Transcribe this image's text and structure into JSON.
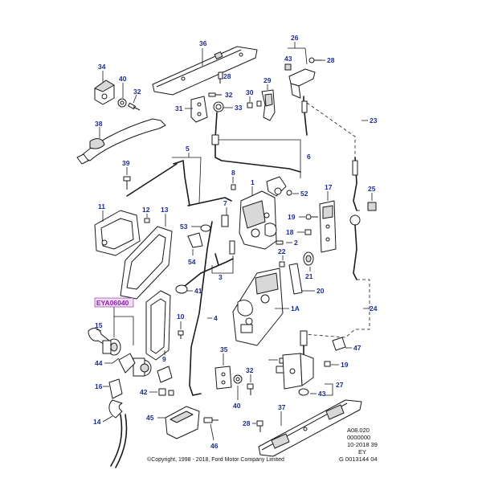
{
  "diagram": {
    "callouts": [
      {
        "key": "c36",
        "label": "36"
      },
      {
        "key": "c26",
        "label": "26"
      },
      {
        "key": "c43a",
        "label": "43"
      },
      {
        "key": "c28a",
        "label": "28"
      },
      {
        "key": "c34",
        "label": "34"
      },
      {
        "key": "c40a",
        "label": "40"
      },
      {
        "key": "c32a",
        "label": "32"
      },
      {
        "key": "c28b",
        "label": "28"
      },
      {
        "key": "c29",
        "label": "29"
      },
      {
        "key": "c30",
        "label": "30"
      },
      {
        "key": "c32b",
        "label": "32"
      },
      {
        "key": "c31",
        "label": "31"
      },
      {
        "key": "c33",
        "label": "33"
      },
      {
        "key": "c38",
        "label": "38"
      },
      {
        "key": "c23",
        "label": "23"
      },
      {
        "key": "c5",
        "label": "5"
      },
      {
        "key": "c6",
        "label": "6"
      },
      {
        "key": "c39",
        "label": "39"
      },
      {
        "key": "c8",
        "label": "8"
      },
      {
        "key": "c1",
        "label": "1"
      },
      {
        "key": "c52",
        "label": "52"
      },
      {
        "key": "c17",
        "label": "17"
      },
      {
        "key": "c25",
        "label": "25"
      },
      {
        "key": "c11",
        "label": "11"
      },
      {
        "key": "c12",
        "label": "12"
      },
      {
        "key": "c13",
        "label": "13"
      },
      {
        "key": "c7",
        "label": "7"
      },
      {
        "key": "c19a",
        "label": "19"
      },
      {
        "key": "c53",
        "label": "53"
      },
      {
        "key": "c18",
        "label": "18"
      },
      {
        "key": "c2",
        "label": "2"
      },
      {
        "key": "c54",
        "label": "54"
      },
      {
        "key": "c22",
        "label": "22"
      },
      {
        "key": "c21",
        "label": "21"
      },
      {
        "key": "c3",
        "label": "3"
      },
      {
        "key": "c20",
        "label": "20"
      },
      {
        "key": "c41",
        "label": "41"
      },
      {
        "key": "c1A",
        "label": "1A"
      },
      {
        "key": "c24",
        "label": "24"
      },
      {
        "key": "c4",
        "label": "4"
      },
      {
        "key": "c10",
        "label": "10"
      },
      {
        "key": "c15",
        "label": "15"
      },
      {
        "key": "c9",
        "label": "9"
      },
      {
        "key": "c47",
        "label": "47"
      },
      {
        "key": "c35",
        "label": "35"
      },
      {
        "key": "c19b",
        "label": "19"
      },
      {
        "key": "c44",
        "label": "44"
      },
      {
        "key": "c32c",
        "label": "32"
      },
      {
        "key": "c27",
        "label": "27"
      },
      {
        "key": "c16",
        "label": "16"
      },
      {
        "key": "c42",
        "label": "42"
      },
      {
        "key": "c40b",
        "label": "40"
      },
      {
        "key": "c43b",
        "label": "43"
      },
      {
        "key": "c37",
        "label": "37"
      },
      {
        "key": "c45",
        "label": "45"
      },
      {
        "key": "c28c",
        "label": "28"
      },
      {
        "key": "c14",
        "label": "14"
      },
      {
        "key": "c46",
        "label": "46"
      }
    ],
    "reference_box": "EYA06040",
    "info_lines": [
      "A08.020",
      "0000000",
      "10-2018 39",
      "EY",
      "G 0013144 04"
    ],
    "copyright": "©Copyright, 1998 - 2018, Ford Motor Company Limited"
  }
}
